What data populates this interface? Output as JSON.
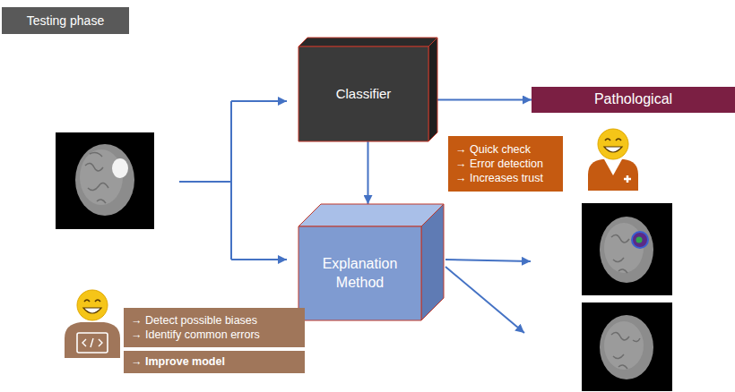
{
  "diagram": {
    "nodes": [
      {
        "text": [
          "Testing phase"
        ]
      },
      {
        "text": [
          "Classifier"
        ]
      },
      {
        "text": [
          "Pathological"
        ]
      },
      {
        "text": [
          "→ Quick check",
          "→ Error detection",
          "→ Increases trust"
        ]
      },
      {
        "text": [
          "Explanation Method"
        ]
      },
      {
        "text": [
          "→ Detect possible biases",
          "→ Identify common errors"
        ]
      },
      {
        "text": [
          "→ Improve model"
        ]
      }
    ],
    "edges": [
      {
        "from": 1,
        "to": 2,
        "arrow": "to"
      },
      {
        "from": 1,
        "to": 4,
        "arrow": "to"
      }
    ]
  }
}
